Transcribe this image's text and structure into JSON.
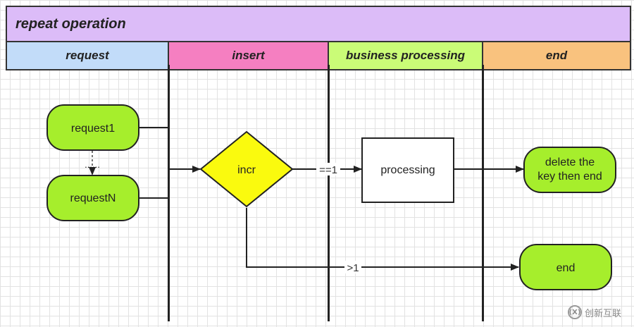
{
  "title": "repeat operation",
  "lanes": [
    {
      "label": "request",
      "color": "#c2dcf9"
    },
    {
      "label": "insert",
      "color": "#f57fc1"
    },
    {
      "label": "business processing",
      "color": "#cafc77"
    },
    {
      "label": "end",
      "color": "#f9c27e"
    }
  ],
  "nodes": {
    "request1": "request1",
    "ellipsis": "......",
    "requestN": "requestN",
    "incr": "incr",
    "processing": "processing",
    "delete_line1": "delete the",
    "delete_line2": "key then end",
    "end": "end"
  },
  "edges": {
    "equals_one": "==1",
    "greater_one": ">1"
  },
  "colors": {
    "node_green": "#a6ee2c",
    "diamond_yellow": "#fafa0e",
    "title_purple": "#dcbcf8"
  },
  "watermark": {
    "logo": "(X)",
    "text": "创新互联"
  }
}
